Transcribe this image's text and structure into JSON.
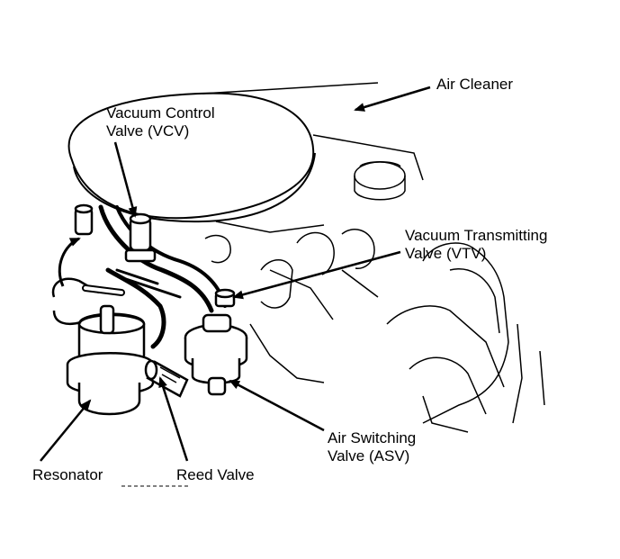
{
  "labels": {
    "air_cleaner": "Air Cleaner",
    "vcv_line1": "Vacuum Control",
    "vcv_line2": "Valve (VCV)",
    "vtv_line1": "Vacuum Transmitting",
    "vtv_line2": "Valve (VTV)",
    "asv_line1": "Air Switching",
    "asv_line2": "Valve (ASV)",
    "resonator": "Resonator",
    "reed_valve": "Reed Valve"
  },
  "colors": {
    "ink": "#000000",
    "paper": "#ffffff"
  }
}
